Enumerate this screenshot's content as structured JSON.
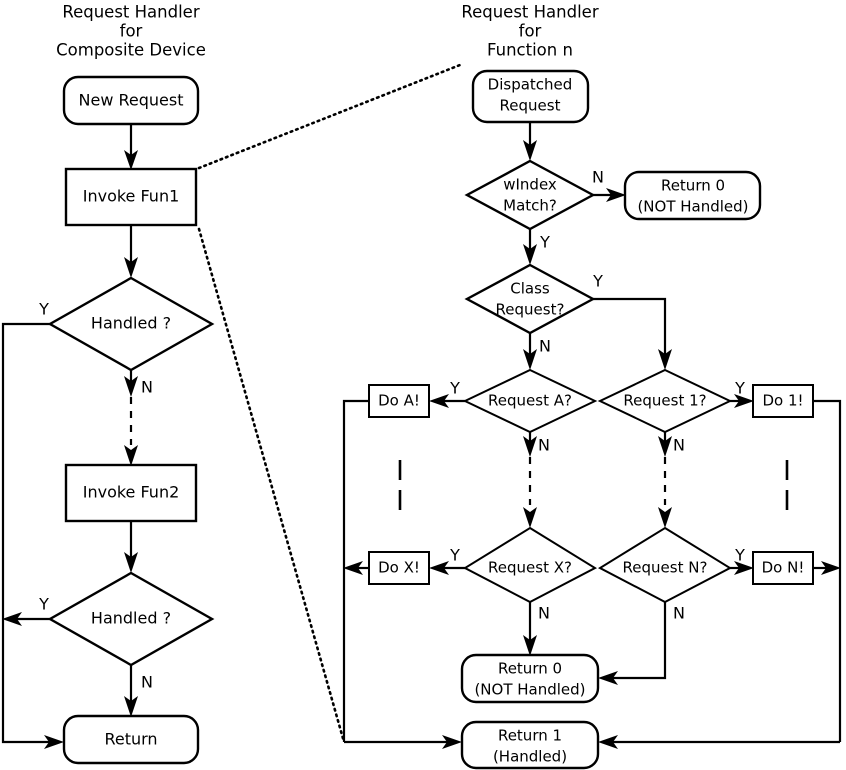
{
  "diagram": {
    "title_left": [
      "Request Handler",
      "for",
      "Composite Device"
    ],
    "title_right": [
      "Request Handler",
      "for",
      "Function n"
    ],
    "left_column": {
      "start": "New Request",
      "invoke_1": "Invoke Fun1",
      "decision_1": "Handled ?",
      "invoke_2": "Invoke Fun2",
      "decision_2": "Handled ?",
      "end": "Return",
      "labels": {
        "d1_yes": "Y",
        "d1_no": "N",
        "d2_yes": "Y",
        "d2_no": "N"
      }
    },
    "right_column": {
      "start": "Dispatched Request",
      "start_line_1": "Dispatched",
      "start_line_2": "Request",
      "decision_windex_line_1": "wIndex",
      "decision_windex_line_2": "Match?",
      "return0_top_line_1": "Return 0",
      "return0_top_line_2": "(NOT Handled)",
      "decision_class_line_1": "Class",
      "decision_class_line_2": "Request?",
      "decision_request_a": "Request A?",
      "decision_request_1": "Request 1?",
      "decision_request_x": "Request X?",
      "decision_request_n": "Request N?",
      "action_do_a": "Do A!",
      "action_do_1": "Do 1!",
      "action_do_x": "Do X!",
      "action_do_n": "Do N!",
      "return0_bottom_line_1": "Return 0",
      "return0_bottom_line_2": "(NOT Handled)",
      "return1_line_1": "Return 1",
      "return1_line_2": "(Handled)",
      "labels": {
        "windex_no": "N",
        "windex_yes": "Y",
        "class_yes": "Y",
        "class_no": "N",
        "req_a_yes": "Y",
        "req_a_no": "N",
        "req_1_yes": "Y",
        "req_1_no": "N",
        "req_x_yes": "Y",
        "req_x_no": "N",
        "req_n_yes": "Y",
        "req_n_no": "N"
      }
    },
    "colors": {
      "stroke": "#000000",
      "fill": "#ffffff",
      "background": "#ffffff"
    }
  }
}
